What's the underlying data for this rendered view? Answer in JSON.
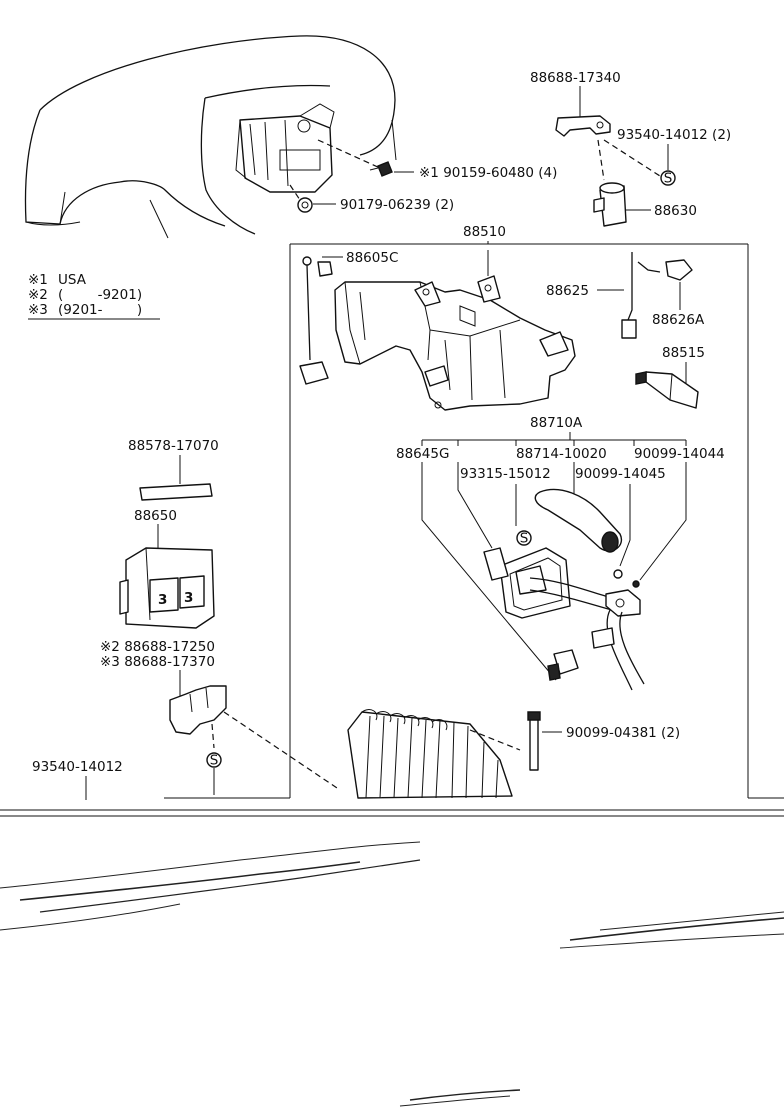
{
  "legend": {
    "rows": [
      {
        "mark": "※1",
        "text": "USA"
      },
      {
        "mark": "※2",
        "text": "(        -9201)"
      },
      {
        "mark": "※3",
        "text": "(9201-        )"
      }
    ]
  },
  "callouts": {
    "c_88688_17340": "88688-17340",
    "c_93540_14012_2": "93540-14012 (2)",
    "c_88630": "88630",
    "c_90159": "※1  90159-60480 (4)",
    "c_90179": "90179-06239 (2)",
    "c_88510": "88510",
    "c_88605c": "88605C",
    "c_88625": "88625",
    "c_88626a": "88626A",
    "c_88515": "88515",
    "c_88710a": "88710A",
    "c_88645g": "88645G",
    "c_88714": "88714-10020",
    "c_90099_14044": "90099-14044",
    "c_93315": "93315-15012",
    "c_90099_14045": "90099-14045",
    "c_88578": "88578-17070",
    "c_88650": "88650",
    "c_88688_17250": "※2  88688-17250",
    "c_88688_17370": "※3  88688-17370",
    "c_90099_04381": "90099-04381 (2)",
    "c_93540_14012": "93540-14012"
  },
  "markers": {
    "s": "S",
    "relay_digits": "3"
  }
}
